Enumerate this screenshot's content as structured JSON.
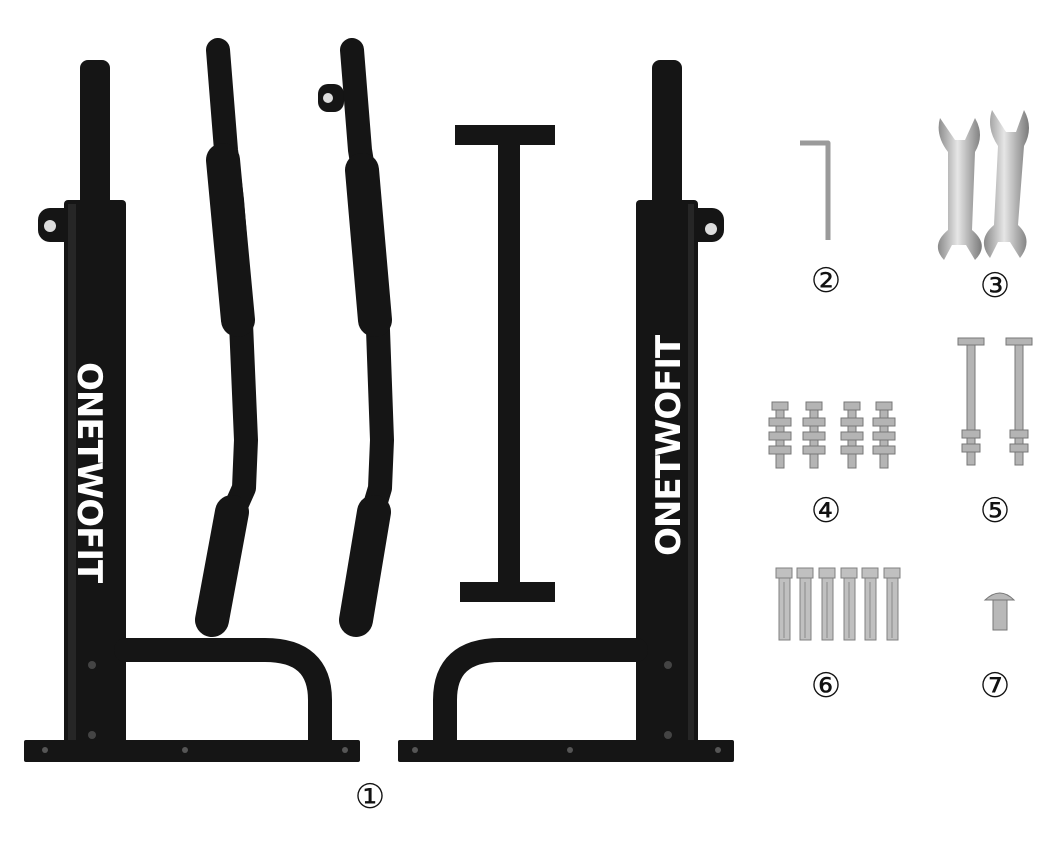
{
  "brand": "ONETWOFIT",
  "labels": {
    "part1": "①",
    "part2": "②",
    "part3": "③",
    "part4": "④",
    "part5": "⑤",
    "part6": "⑥",
    "part7": "⑦"
  },
  "colors": {
    "frame": "#151515",
    "metal": "#bdbdbd",
    "background": "#ffffff"
  }
}
